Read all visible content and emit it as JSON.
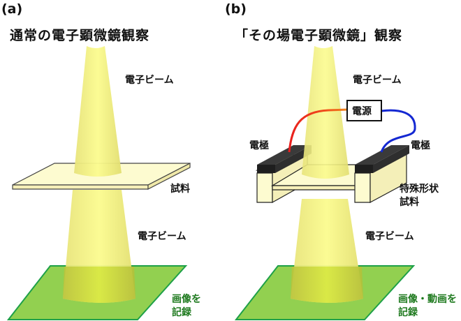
{
  "panel_a": {
    "tag": "(a)",
    "title": "通常の電子顕微鏡観察",
    "beam_upper_label": "電子ビーム",
    "sample_label": "試料",
    "beam_lower_label": "電子ビーム",
    "record_label_line1": "画像を",
    "record_label_line2": "記録"
  },
  "panel_b": {
    "tag": "(b)",
    "title": "「その場電子顕微鏡」観察",
    "beam_upper_label": "電子ビーム",
    "power_label": "電源",
    "electrode_left_label": "電極",
    "electrode_right_label": "電極",
    "sample_label_line1": "特殊形状",
    "sample_label_line2": "試料",
    "beam_lower_label": "電子ビーム",
    "record_label_line1": "画像・動画を",
    "record_label_line2": "記録"
  },
  "colors": {
    "beam": "#f3f07a",
    "beam_center": "#fbfb9a",
    "sample": "#fdfbd0",
    "screen": "#92d050",
    "screen_border": "#1ea048",
    "electrode": "#2b2b2b",
    "wire_positive": "#e81e1e",
    "wire_negative": "#1428d2",
    "record_text": "#1f7a1f"
  }
}
